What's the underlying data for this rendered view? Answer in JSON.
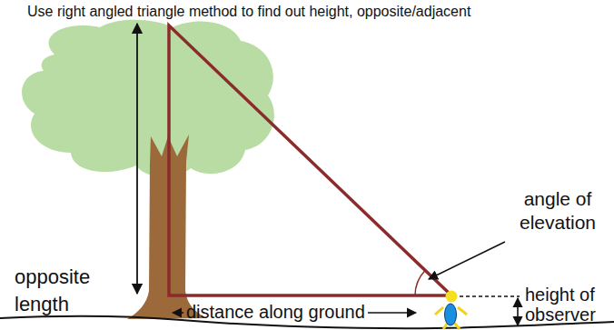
{
  "diagram": {
    "title": "Use right angled triangle method to find out height, opposite/adjacent",
    "labels": [
      "opposite length",
      "angle of elevation",
      "distance along ground",
      "height of observer"
    ]
  }
}
